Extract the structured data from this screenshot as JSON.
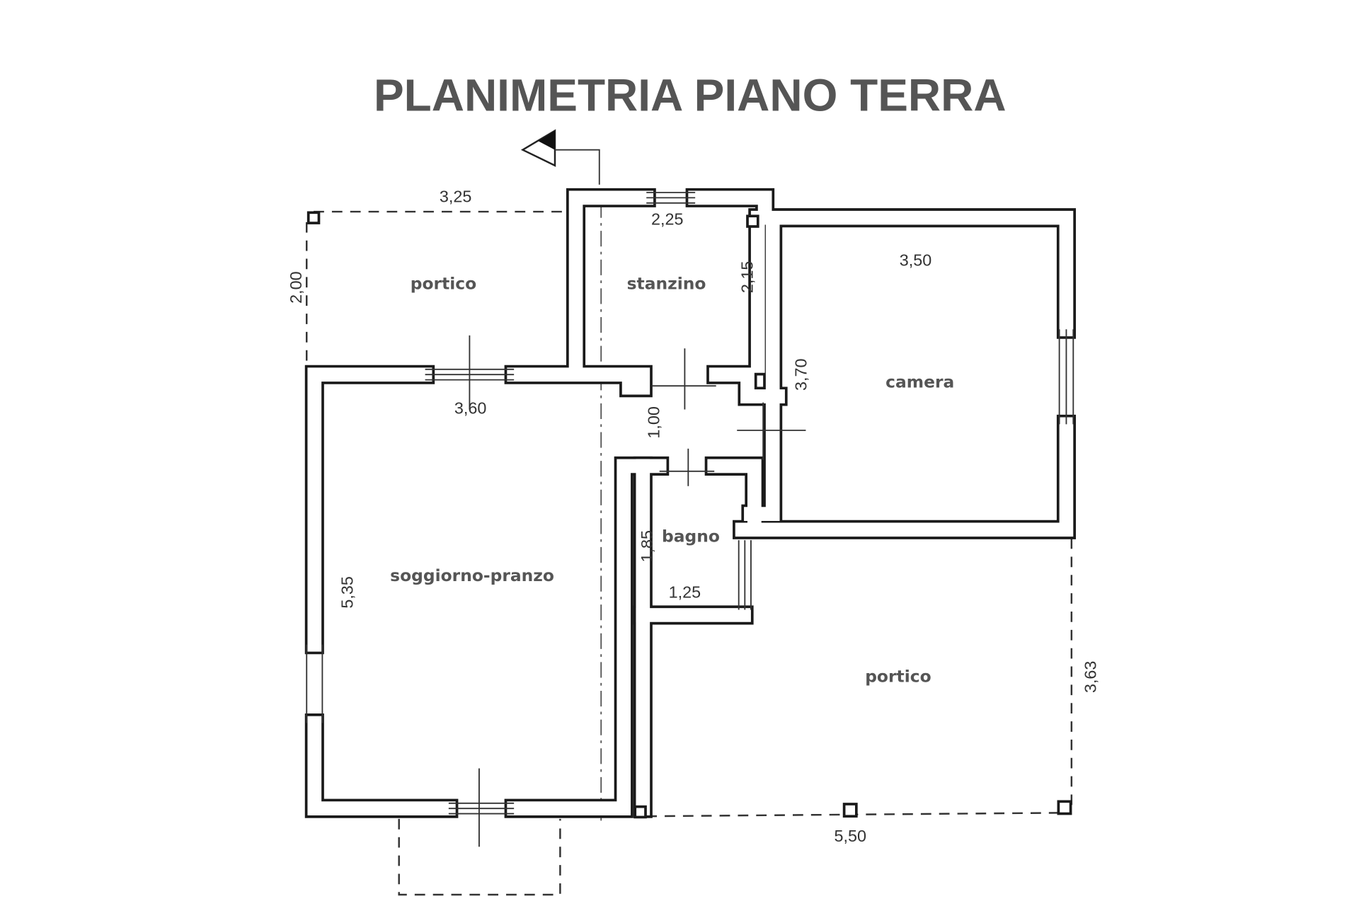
{
  "title": "PLANIMETRIA PIANO TERRA",
  "rooms": {
    "portico_front": "portico",
    "stanzino": "stanzino",
    "camera": "camera",
    "soggiorno": "soggiorno-pranzo",
    "bagno": "bagno",
    "portico_back": "portico"
  },
  "dimensions": {
    "portico_front_width": "3,25",
    "portico_front_depth": "2,00",
    "stanzino_width": "2,25",
    "stanzino_depth": "2,15",
    "camera_width": "3,50",
    "camera_depth": "3,70",
    "soggiorno_width": "3,60",
    "soggiorno_depth": "5,35",
    "corridor_width": "1,00",
    "bagno_depth": "1,85",
    "bagno_width": "1,25",
    "portico_back_width": "5,50",
    "portico_back_depth": "3,63"
  }
}
